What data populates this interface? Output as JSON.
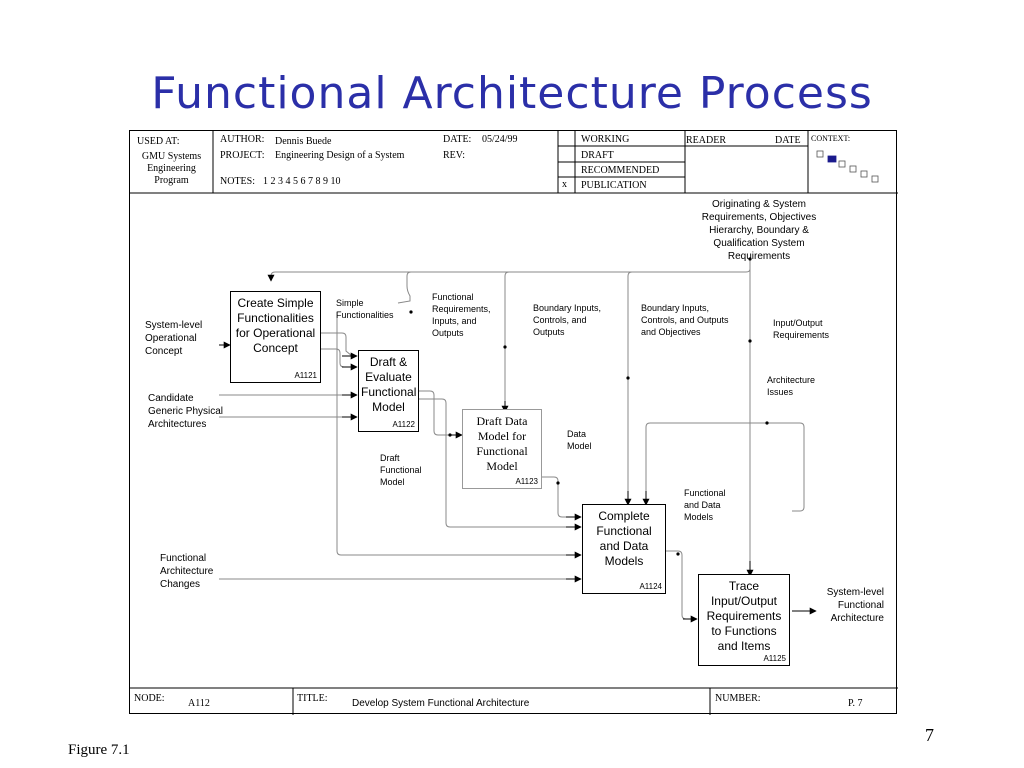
{
  "slide_title": "Functional Architecture Process",
  "header": {
    "used_at_label": "USED AT:",
    "used_at_value_1": "GMU Systems",
    "used_at_value_2": "Engineering",
    "used_at_value_3": "Program",
    "author_label": "AUTHOR:",
    "author_value": "Dennis Buede",
    "date_label": "DATE:",
    "date_value": "05/24/99",
    "project_label": "PROJECT:",
    "project_value": "Engineering Design of a System",
    "rev_label": "REV:",
    "notes_label": "NOTES:",
    "notes_value": "1  2  3  4  5  6  7  8  9  10",
    "status_working": "WORKING",
    "status_draft": "DRAFT",
    "status_recommended": "RECOMMENDED",
    "status_publication": "PUBLICATION",
    "status_mark": "x",
    "reader_label": "READER",
    "reader_date_label": "DATE",
    "context_label": "CONTEXT:"
  },
  "boxes": {
    "a1121": {
      "label": "Create Simple Functionalities for Operational Concept",
      "id": "A1121"
    },
    "a1122": {
      "label": "Draft & Evaluate Functional Model",
      "id": "A1122"
    },
    "a1123": {
      "label": "Draft Data Model for Functional Model",
      "id": "A1123"
    },
    "a1124": {
      "label": "Complete Functional and Data Models",
      "id": "A1124"
    },
    "a1125": {
      "label": "Trace Input/Output Requirements to Functions and Items",
      "id": "A1125"
    }
  },
  "labels": {
    "originating": "Originating & System Requirements, Objectives Hierarchy, Boundary & Qualification System Requirements",
    "system_level_op": "System-level Operational Concept",
    "simple_functionalities": "Simple Functionalities",
    "functional_requirements": "Functional Requirements, Inputs, and Outputs",
    "boundary_inputs_1": "Boundary Inputs, Controls, and Outputs",
    "boundary_inputs_2": "Boundary Inputs, Controls, and Outputs and Objectives",
    "io_requirements": "Input/Output Requirements",
    "architecture_issues": "Architecture Issues",
    "candidate_generic": "Candidate Generic Physical Architectures",
    "data_model": "Data Model",
    "draft_functional_model": "Draft Functional Model",
    "functional_and_data_models": "Functional and Data Models",
    "functional_architecture_changes": "Functional Architecture Changes",
    "system_level_fa": "System-level Functional Architecture"
  },
  "footer": {
    "node_label": "NODE:",
    "node_value": "A112",
    "title_label": "TITLE:",
    "title_value": "Develop System Functional Architecture",
    "number_label": "NUMBER:",
    "page_value": "P. 7"
  },
  "figure_caption": "Figure 7.1",
  "slide_number": "7",
  "colors": {
    "title": "#2b2fa8",
    "context_box_filled": "#1a1a8c"
  }
}
